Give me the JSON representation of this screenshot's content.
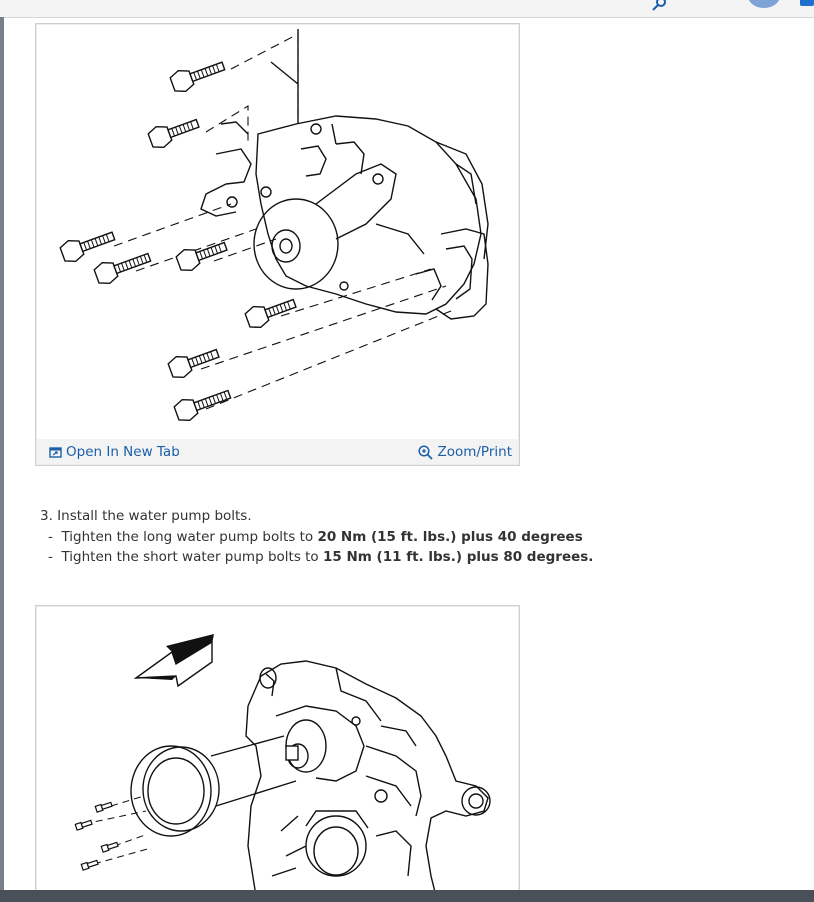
{
  "figure1": {
    "open_label": "Open In New Tab",
    "zoom_label": "Zoom/Print"
  },
  "instructions": {
    "step": "3. Install the water pump bolts.",
    "bullets": [
      {
        "dash": "-",
        "prefix": "Tighten the long water pump bolts to ",
        "torque": "20 Nm (15 ft. lbs.) plus 40 degrees",
        "suffix": ""
      },
      {
        "dash": "-",
        "prefix": "Tighten the short water pump bolts to ",
        "torque": "15 Nm (11 ft. lbs.) plus 80 degrees.",
        "suffix": ""
      }
    ]
  },
  "colors": {
    "link": "#1c5fa8",
    "border": "#cfcfcf",
    "footer_bg": "#f3f3f3"
  }
}
